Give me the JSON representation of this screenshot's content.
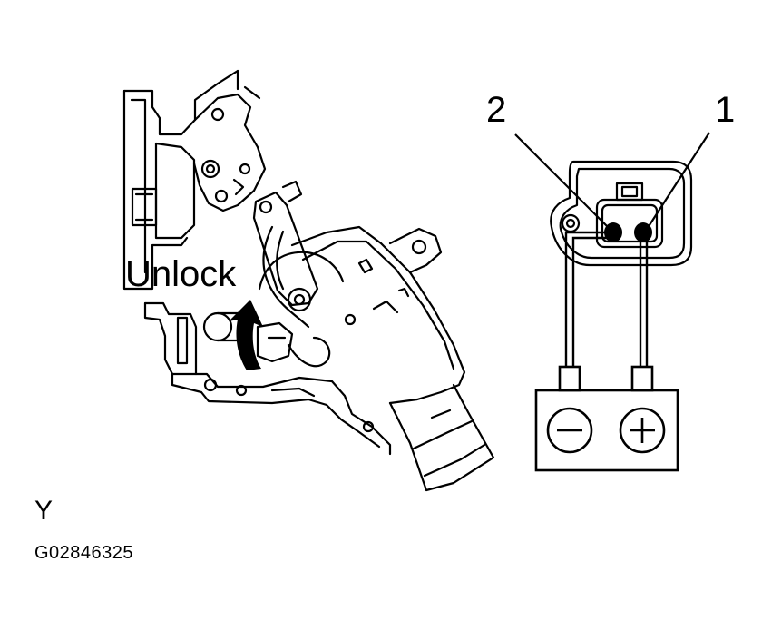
{
  "diagram": {
    "action_label": "Unlock",
    "terminal_labels": {
      "left": "2",
      "right": "1"
    },
    "battery": {
      "negative_symbol": "−",
      "positive_symbol": "+"
    },
    "view_letter": "Y",
    "figure_id": "G02846325",
    "icons": [
      "door-lock-actuator-icon",
      "rotation-arrow-icon",
      "connector-icon",
      "battery-icon"
    ],
    "colors": {
      "line": "#000000",
      "background": "#ffffff"
    }
  }
}
